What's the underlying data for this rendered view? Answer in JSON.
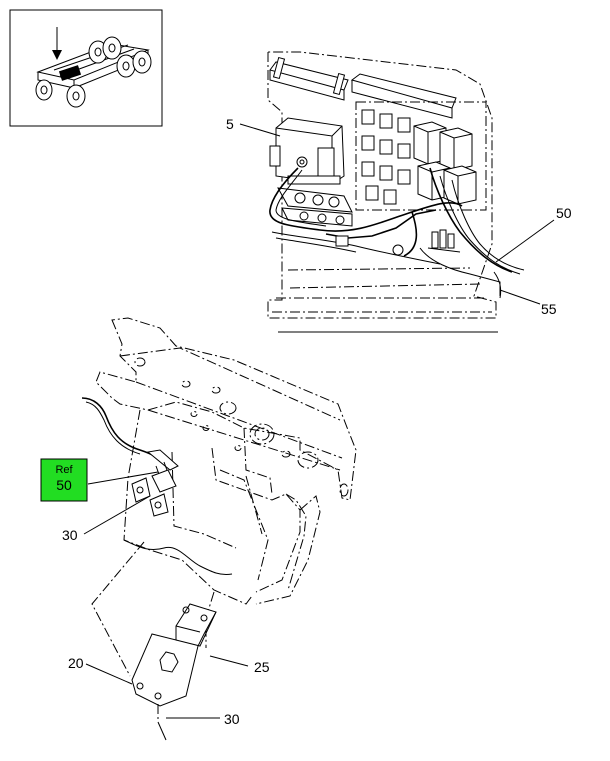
{
  "callouts": {
    "c5": "5",
    "c50": "50",
    "c55": "55",
    "c30a": "30",
    "c20": "20",
    "c25": "25",
    "c30b": "30"
  },
  "ref_box": {
    "label": "Ref",
    "number": "50",
    "color": "#22dd22"
  }
}
